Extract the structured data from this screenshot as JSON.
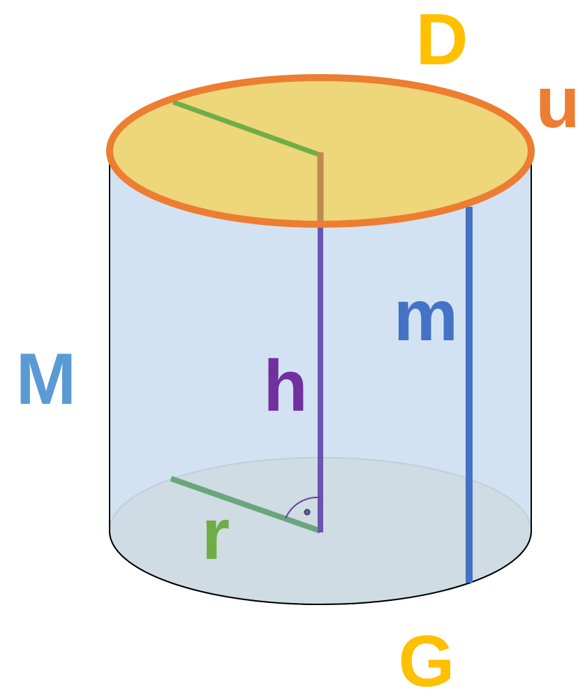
{
  "labels": {
    "top_base": "D",
    "circumference": "u",
    "lateral_surface": "M",
    "height": "h",
    "slant_line": "m",
    "radius": "r",
    "bottom_base": "G"
  },
  "colors": {
    "top_base_fill": "#EED67A",
    "top_rim": "#ED7D31",
    "bottom_base_fill": "#CDB53E",
    "side_fill": "#CFE0F2",
    "outline": "#000000",
    "radius_top": "#70AD47",
    "radius_bottom": "#6AA67C",
    "height_line": "#6A55B0",
    "height_top_segment": "#BE8A4E",
    "m_line": "#4472C4",
    "label_D": "#FFC000",
    "label_u": "#ED7D31",
    "label_M": "#5B9BD5",
    "label_h": "#7030A0",
    "label_m": "#4472C4",
    "label_r": "#70AD47",
    "label_G": "#FFC000"
  }
}
